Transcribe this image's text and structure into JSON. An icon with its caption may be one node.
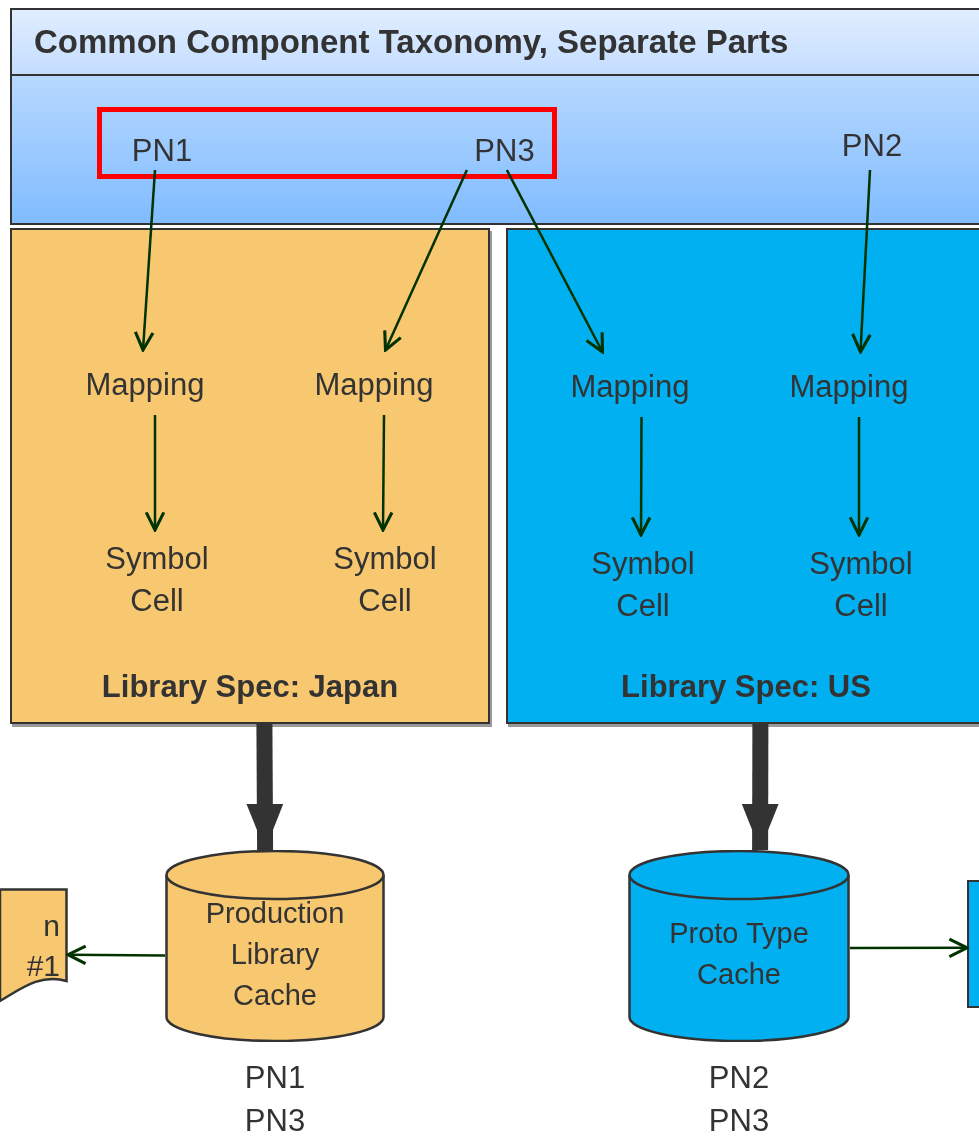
{
  "diagram": {
    "nodes": [
      {
        "text": [
          "Common Component Taxonomy, Separate Parts"
        ]
      },
      {
        "text": [],
        "shape": "box",
        "in": 0
      },
      {
        "text": [
          "PN1"
        ],
        "in": 1
      },
      {
        "text": [
          "PN3"
        ],
        "in": 1
      },
      {
        "text": [
          "PN2"
        ],
        "in": 0
      },
      {
        "text": [
          "Library Spec: Japan"
        ]
      },
      {
        "text": [
          "Mapping"
        ],
        "in": 5
      },
      {
        "text": [
          "Mapping"
        ],
        "in": 5
      },
      {
        "text": [
          "Symbol Cell"
        ],
        "in": 5
      },
      {
        "text": [
          "Symbol Cell"
        ],
        "in": 5
      },
      {
        "text": [
          "Library Spec: US"
        ]
      },
      {
        "text": [
          "Mapping"
        ],
        "in": 10
      },
      {
        "text": [
          "Mapping"
        ],
        "in": 10
      },
      {
        "text": [
          "Symbol Cell"
        ],
        "in": 10
      },
      {
        "text": [
          "Symbol Cell"
        ],
        "in": 10
      },
      {
        "text": [
          "Production Library Cache"
        ],
        "beside": [
          "PN1",
          "PN3"
        ]
      },
      {
        "text": [
          "Proto Type Cache"
        ],
        "beside": [
          "PN2",
          "PN3"
        ]
      },
      {
        "text": [
          "n #1"
        ]
      },
      {
        "text": [],
        "shape": "box"
      }
    ],
    "edges": [
      {
        "from": 2,
        "to": 6,
        "arrow": "to"
      },
      {
        "from": 3,
        "to": 7,
        "arrow": "to"
      },
      {
        "from": 3,
        "to": 11,
        "arrow": "to"
      },
      {
        "from": 4,
        "to": 12,
        "arrow": "to"
      },
      {
        "from": 6,
        "to": 8,
        "arrow": "to"
      },
      {
        "from": 7,
        "to": 9,
        "arrow": "to"
      },
      {
        "from": 11,
        "to": 13,
        "arrow": "to"
      },
      {
        "from": 12,
        "to": 14,
        "arrow": "to"
      },
      {
        "from": 5,
        "to": 15,
        "arrow": "to",
        "style": "thick",
        "color": "#333333"
      },
      {
        "from": 10,
        "to": 16,
        "arrow": "to",
        "style": "thick",
        "color": "#333333"
      },
      {
        "from": 15,
        "to": 17,
        "arrow": "to"
      },
      {
        "from": 16,
        "to": 18,
        "arrow": "to"
      }
    ]
  }
}
